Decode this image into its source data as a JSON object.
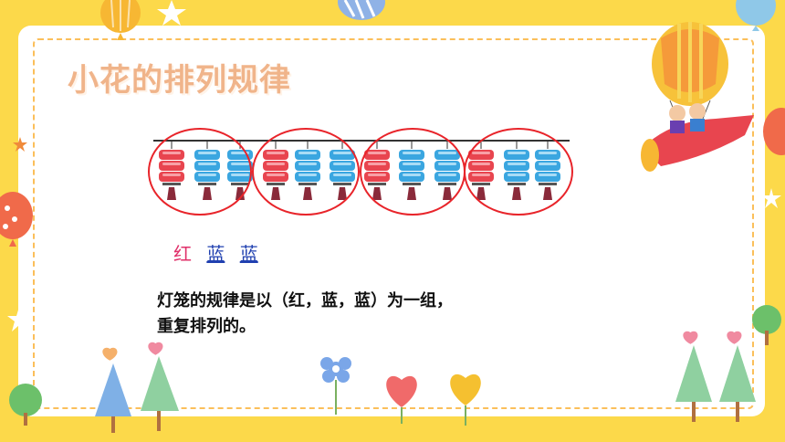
{
  "title": "小花的排列规律",
  "lanterns": {
    "pattern": [
      "red",
      "blue",
      "blue",
      "red",
      "blue",
      "blue",
      "red",
      "blue",
      "blue",
      "red",
      "blue",
      "blue"
    ],
    "groups": 4
  },
  "sequence": {
    "items": [
      {
        "text": "红",
        "color": "red"
      },
      {
        "text": "蓝",
        "color": "blue"
      },
      {
        "text": "蓝",
        "color": "blue"
      }
    ]
  },
  "description": {
    "line1": "灯笼的规律是以（红，蓝，蓝）为一组，",
    "line2": "重复排列的。"
  },
  "colors": {
    "background": "#fcd94a",
    "circle": "#e8242a",
    "lantern_red": "#e8454f",
    "lantern_blue": "#3aa6e0"
  }
}
